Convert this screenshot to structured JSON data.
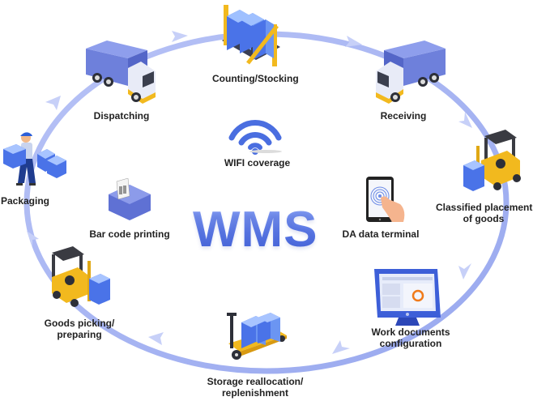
{
  "diagram": {
    "title": "WMS",
    "colors": {
      "ring": "#a9b6f4",
      "ring_arrow": "#c3cdf7",
      "primary_blue": "#4a6ee0",
      "truck_body": "#7a8be0",
      "yellow": "#f2b91e",
      "text": "#222222",
      "orange_accent": "#f07a1a"
    },
    "cycle_steps": [
      {
        "id": "counting",
        "label": "Counting/Stocking",
        "icon": "pallet-boxes-icon"
      },
      {
        "id": "receiving",
        "label": "Receiving",
        "icon": "truck-icon"
      },
      {
        "id": "classified",
        "label_lines": [
          "Classified placement",
          "of goods"
        ],
        "icon": "forklift-icon"
      },
      {
        "id": "workdocs",
        "label_lines": [
          "Work documents",
          "configuration"
        ],
        "icon": "monitor-icon"
      },
      {
        "id": "storage",
        "label_lines": [
          "Storage reallocation/",
          "replenishment"
        ],
        "icon": "pallet-jack-icon"
      },
      {
        "id": "picking",
        "label_lines": [
          "Goods picking/",
          "preparing"
        ],
        "icon": "forklift-icon"
      },
      {
        "id": "packaging",
        "label": "Packaging",
        "icon": "worker-with-boxes-icon"
      },
      {
        "id": "dispatching",
        "label": "Dispatching",
        "icon": "truck-icon"
      }
    ],
    "center_features": [
      {
        "id": "wifi",
        "label": "WIFI coverage",
        "icon": "wifi-icon"
      },
      {
        "id": "barcode",
        "label": "Bar code printing",
        "icon": "barcode-printer-icon"
      },
      {
        "id": "terminal",
        "label": "DA data terminal",
        "icon": "touch-tablet-icon"
      }
    ]
  }
}
